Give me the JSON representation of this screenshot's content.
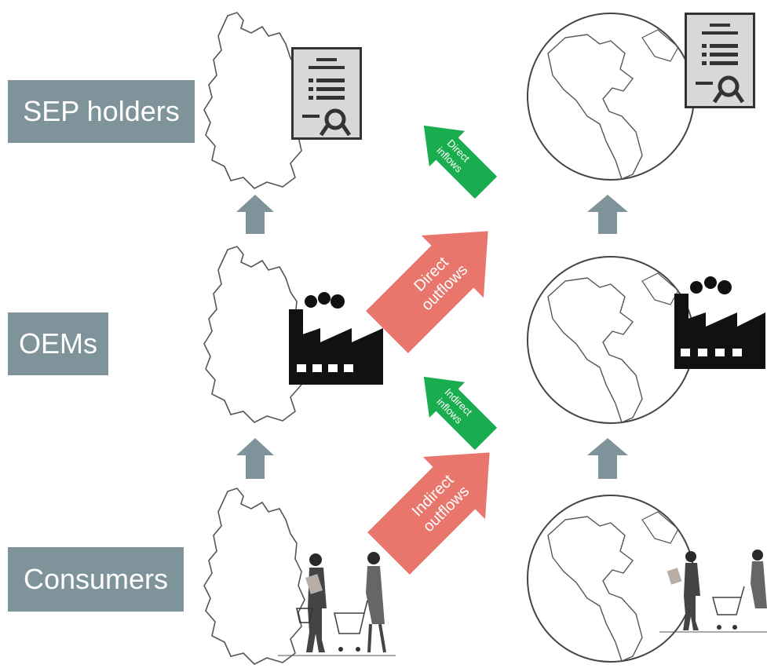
{
  "rows": [
    {
      "label": "SEP holders"
    },
    {
      "label": "OEMs"
    },
    {
      "label": "Consumers"
    }
  ],
  "flows": {
    "direct_inflows": [
      "Direct",
      "inflows"
    ],
    "direct_outflows": [
      "Direct",
      "outflows"
    ],
    "indirect_inflows": [
      "Indirect",
      "inflows"
    ],
    "indirect_outflows": [
      "Indirect",
      "outflows"
    ]
  },
  "colors": {
    "label_bg": "#7f939b",
    "up_arrow": "#7f939b",
    "outflow": "#e8766c",
    "inflow": "#1aad4f"
  },
  "icons": [
    "germany-map-icon",
    "globe-icon",
    "patent-certificate-icon",
    "factory-icon",
    "shoppers-icon"
  ]
}
